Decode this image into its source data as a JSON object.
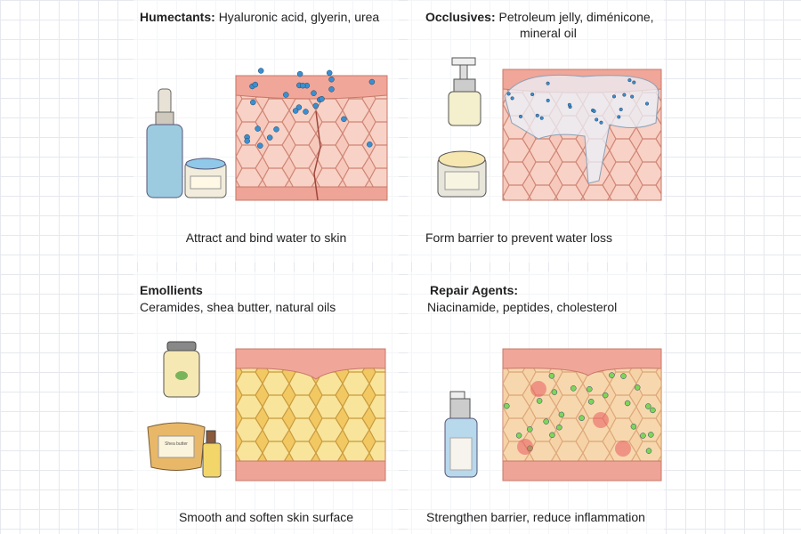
{
  "panels": [
    {
      "heading": "Humectants:",
      "ingredients": "Hyaluronic acid, glyerin, urea",
      "caption": "Attract and bind water to skin"
    },
    {
      "heading": "Occlusives:",
      "ingredients": "Petroleum jelly, diménicone,",
      "ingredients_line2": "mineral oil",
      "caption": "Form barrier to prevent water loss"
    },
    {
      "heading": "Emollients",
      "ingredients": "Ceramides, shea butter, natural oils",
      "caption": "Smooth and soften skin surface"
    },
    {
      "heading": "Repair Agents:",
      "ingredients": "Niacinamide, peptides, cholesterol",
      "caption": "Strengthen barrier, reduce inflammation"
    }
  ],
  "product_labels": {
    "shea_jar": "Shea butter"
  },
  "colors": {
    "skin": "#f2b3a6",
    "cell_stroke": "#c9786a",
    "water": "#3a8fd0",
    "emollient": "#f5dc84",
    "repair_dot": "#7fd45a",
    "inflammation": "#e8505a"
  }
}
